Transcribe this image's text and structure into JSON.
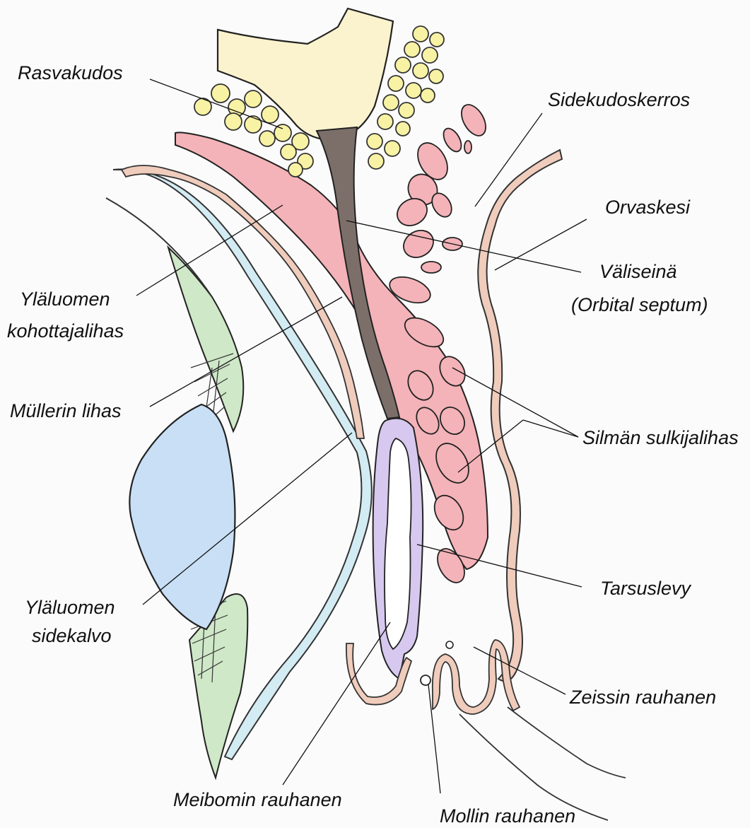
{
  "labels": {
    "rasvakudos": "Rasvakudos",
    "sidekudoskerros": "Sidekudoskerros",
    "orvaskesi": "Orvaskesi",
    "valiseina_1": "Väliseinä",
    "valiseina_2": "(Orbital septum)",
    "ylaluomen_kohottajalihas_1": "Yläluomen",
    "ylaluomen_kohottajalihas_2": "kohottajalihas",
    "mullerin_lihas": "Müllerin lihas",
    "silman_sulkijalihas": "Silmän sulkijalihas",
    "tarsuslevy": "Tarsuslevy",
    "ylaluomen_sidekalvo_1": "Yläluomen",
    "ylaluomen_sidekalvo_2": "sidekalvo",
    "zeissin_rauhanen": "Zeissin rauhanen",
    "meibomin_rauhanen": "Meibomin rauhanen",
    "mollin_rauhanen": "Mollin rauhanen"
  },
  "colors": {
    "bone": "#fbf3cd",
    "fat": "#f8f2a4",
    "muscle": "#f4b3b8",
    "septum": "#7c6f6a",
    "skin": "#f0ccbc",
    "conjunctiva": "#d3ecf3",
    "cornea": "#c8dff6",
    "tarsus": "#d6c8ee",
    "sclera_green": "#cfe8c8"
  }
}
